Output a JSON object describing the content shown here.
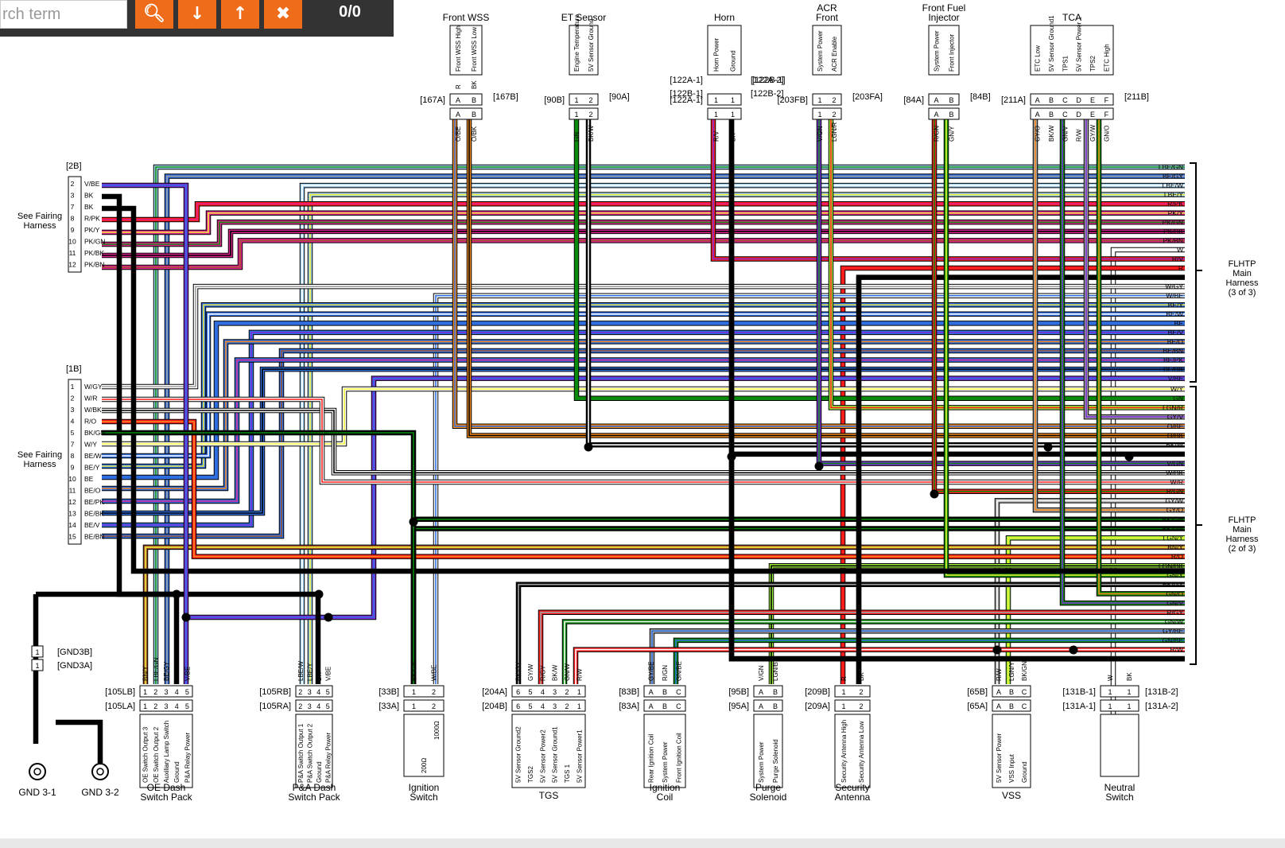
{
  "toolbar": {
    "search_value": "rch term",
    "search_icon": "search-icon",
    "next_icon": "arrow-down-icon",
    "prev_icon": "arrow-up-icon",
    "clear_icon": "close-icon",
    "counter": "0/0",
    "accent": "#ef6c1a"
  },
  "left_harness": {
    "label_top": [
      "See Fairing",
      "Harness"
    ],
    "label_bottom": [
      "See Fairing",
      "Harness"
    ],
    "c2_id": "[2B]",
    "c1_id": "[1B]",
    "c2_pins": [
      {
        "pin": "2",
        "wire": "V/BE"
      },
      {
        "pin": "3",
        "wire": "BK"
      },
      {
        "pin": "7",
        "wire": "BK"
      },
      {
        "pin": "8",
        "wire": "R/PK"
      },
      {
        "pin": "9",
        "wire": "PK/Y"
      },
      {
        "pin": "10",
        "wire": "PK/GN"
      },
      {
        "pin": "11",
        "wire": "PK/BK"
      },
      {
        "pin": "12",
        "wire": "PK/BN"
      }
    ],
    "c1_pins": [
      {
        "pin": "1",
        "wire": "W/GY"
      },
      {
        "pin": "2",
        "wire": "W/R"
      },
      {
        "pin": "3",
        "wire": "W/BK"
      },
      {
        "pin": "4",
        "wire": "R/O"
      },
      {
        "pin": "5",
        "wire": "BK/GN"
      },
      {
        "pin": "7",
        "wire": "W/Y"
      },
      {
        "pin": "8",
        "wire": "BE/W"
      },
      {
        "pin": "9",
        "wire": "BE/Y"
      },
      {
        "pin": "10",
        "wire": "BE"
      },
      {
        "pin": "11",
        "wire": "BE/O"
      },
      {
        "pin": "12",
        "wire": "BE/PK"
      },
      {
        "pin": "13",
        "wire": "BE/BK"
      },
      {
        "pin": "14",
        "wire": "BE/V"
      },
      {
        "pin": "15",
        "wire": "BE/BN"
      }
    ]
  },
  "right_harness": {
    "label_top": [
      "FLHTP",
      "Main",
      "Harness",
      "(3 of 3)"
    ],
    "label_bottom": [
      "FLHTP",
      "Main",
      "Harness",
      "(2 of 3)"
    ],
    "wires_top": [
      "LBE/GN",
      "BE/GY",
      "LBE/W",
      "LBE/Y",
      "R/PK",
      "PK/Y",
      "PK/GN",
      "PK/BK",
      "PK/BN",
      "W",
      "R/V",
      "R",
      "BK",
      "W/GY",
      "W/BE",
      "BE/Y",
      "BE/W",
      "BE",
      "BE/V",
      "BE/O",
      "BE/BN",
      "BE/PK",
      "BE/BK",
      "V/BE"
    ],
    "wires_bottom": [
      "W/Y",
      "GN",
      "LGN/R",
      "GY/V",
      "O/BE",
      "O/BK",
      "BK/W",
      "BK",
      "V/GN",
      "W/BK",
      "W/R",
      "R/GN",
      "GY/W",
      "GY/O",
      "BK/GN",
      "BK/GN",
      "LGN/Y",
      "BN/Y",
      "R/O",
      "LGN/BK",
      "GN/Y",
      "BK/GY",
      "GN/O",
      "GN/V",
      "R/GY",
      "GN/W",
      "GY/BE",
      "GN/BE",
      "R/W",
      "BK"
    ]
  },
  "top_components": [
    {
      "title": [
        "Front WSS"
      ],
      "pins": [
        "Front WSS High",
        "Front WSS Low"
      ],
      "wires_top": [
        "R",
        "BK"
      ],
      "letters": [
        "A",
        "B"
      ],
      "conn": [
        "[167A]",
        "[167B]"
      ],
      "wires_bottom": [
        "O/BE",
        "O/BK"
      ]
    },
    {
      "title": [
        "ET Sensor"
      ],
      "pins": [
        "Engine Temperature",
        "5V Sensor Ground"
      ],
      "wires_top": [],
      "letters": [
        "1",
        "2"
      ],
      "conn": [
        "[90B]",
        "[90A]"
      ],
      "wires_bottom": [
        "GN",
        "BK/W"
      ]
    },
    {
      "title": [
        "Horn"
      ],
      "pins": [
        "Horn Power",
        "Ground"
      ],
      "wires_top": [],
      "letters": [
        "1",
        "1"
      ],
      "conn": [
        "[122A-1]",
        "[122B-1]",
        "[122A-2]",
        "[122B-2]"
      ],
      "wires_bottom": [
        "R/V",
        "BK"
      ]
    },
    {
      "title": [
        "ACR",
        "Front"
      ],
      "pins": [
        "System Power",
        "ACR Enable"
      ],
      "wires_top": [],
      "letters": [
        "1",
        "2"
      ],
      "conn": [
        "[203FB]",
        "[203FA]"
      ],
      "wires_bottom": [
        "V/GN",
        "LGN/R"
      ]
    },
    {
      "title": [
        "Front Fuel",
        "Injector"
      ],
      "pins": [
        "System Power",
        "Front Injector"
      ],
      "wires_top": [],
      "letters": [
        "A",
        "B"
      ],
      "conn": [
        "[84A]",
        "[84B]"
      ],
      "wires_bottom": [
        "R/GN",
        "GN/Y"
      ]
    },
    {
      "title": [
        "TCA"
      ],
      "pins": [
        "ETC Low",
        "5V Sensor Ground1",
        "TPS1",
        "5V Sensor Power 1",
        "TPS2",
        "ETC High"
      ],
      "wires_top": [],
      "letters": [
        "A",
        "B",
        "C",
        "D",
        "E",
        "F"
      ],
      "conn": [
        "[211A]",
        "[211B]"
      ],
      "wires_bottom": [
        "GY/O",
        "BK/W",
        "GN/V",
        "R/W",
        "GY/W",
        "GN/O"
      ]
    }
  ],
  "bottom_components": [
    {
      "title": [
        "GND 3-1"
      ],
      "pins": [],
      "wires": [
        "BK"
      ],
      "conn": [
        "[GND3B]",
        "[GND3A]"
      ]
    },
    {
      "title": [
        "GND 3-2"
      ],
      "pins": [],
      "wires": [
        "BK"
      ],
      "conn": []
    },
    {
      "title": [
        "OE Dash",
        "Switch Pack"
      ],
      "pins": [
        "OE Switch Output 3",
        "OE Switch Output 2",
        "Auxiliary Lamp Switch",
        "Ground",
        "P&A Relay Power"
      ],
      "numbers": [
        "1",
        "2",
        "3",
        "4",
        "5"
      ],
      "wires": [
        "BN/Y",
        "LBE/GN",
        "BE/GY",
        "BK",
        "V/BE"
      ],
      "conn": [
        "[105LB]",
        "[105LA]"
      ]
    },
    {
      "title": [
        "P&A Dash",
        "Switch Pack"
      ],
      "pins": [
        "P&A Switch Output 1",
        "P&A Switch Output 2",
        "Ground",
        "P&A Relay Power"
      ],
      "numbers": [
        "2",
        "3",
        "4",
        "5"
      ],
      "wires": [
        "LBE/W",
        "LBE/Y",
        "BK",
        "V/BE"
      ],
      "conn": [
        "[105RB]",
        "[105RA]"
      ]
    },
    {
      "title": [
        "Ignition",
        "Switch"
      ],
      "pins": [],
      "numbers": [
        "1",
        "2"
      ],
      "wires": [
        "BK/GN",
        "W/BE"
      ],
      "conn": [
        "[33B]",
        "[33A]"
      ],
      "resistors": [
        "200Ω",
        "1000Ω"
      ]
    },
    {
      "title": [
        "TGS"
      ],
      "pins": [
        "5V Sensor Ground2",
        "TGS2",
        "5V Sensor Power2",
        "5V Sensor Ground1",
        "TGS 1",
        "5V Sensor Power1"
      ],
      "numbers": [
        "6",
        "5",
        "4",
        "3",
        "2",
        "1"
      ],
      "wires": [
        "BK/GY",
        "GY/W",
        "R/GY",
        "BK/W",
        "GN/W",
        "R/W"
      ],
      "conn": [
        "[204A]",
        "[204B]"
      ]
    },
    {
      "title": [
        "Ignition",
        "Coil"
      ],
      "pins": [
        "Rear Ignition Coil",
        "System Power",
        "Front Ignition Coil"
      ],
      "numbers": [
        "A",
        "B",
        "C"
      ],
      "wires": [
        "GY/BE",
        "R/GN",
        "GN/BE"
      ],
      "conn": [
        "[83B]",
        "[83A]"
      ]
    },
    {
      "title": [
        "Purge",
        "Solenoid"
      ],
      "pins": [
        "System Power",
        "Purge Solenoid"
      ],
      "numbers": [
        "A",
        "B"
      ],
      "wires": [
        "V/GN",
        "LGN/BK"
      ],
      "conn": [
        "[95B]",
        "[95A]"
      ]
    },
    {
      "title": [
        "Security",
        "Antenna"
      ],
      "pins": [
        "Security Antenna High",
        "Security Antenna Low"
      ],
      "numbers": [
        "1",
        "2"
      ],
      "wires": [
        "R",
        "BK"
      ],
      "conn": [
        "[209B]",
        "[209A]"
      ]
    },
    {
      "title": [
        "VSS"
      ],
      "pins": [
        "5V Sensor Power",
        "VSS Input",
        "Ground"
      ],
      "numbers": [
        "A",
        "B",
        "C"
      ],
      "wires": [
        "R/W",
        "LGN/Y",
        "BK/GN"
      ],
      "conn": [
        "[65B]",
        "[65A]"
      ]
    },
    {
      "title": [
        "Neutral",
        "Switch"
      ],
      "pins": [],
      "numbers": [
        "1",
        "1"
      ],
      "wires": [
        "W",
        "BK"
      ],
      "conn": [
        "[131B-1]",
        "[131A-1]",
        "[131B-2]",
        "[131A-2]"
      ]
    }
  ]
}
